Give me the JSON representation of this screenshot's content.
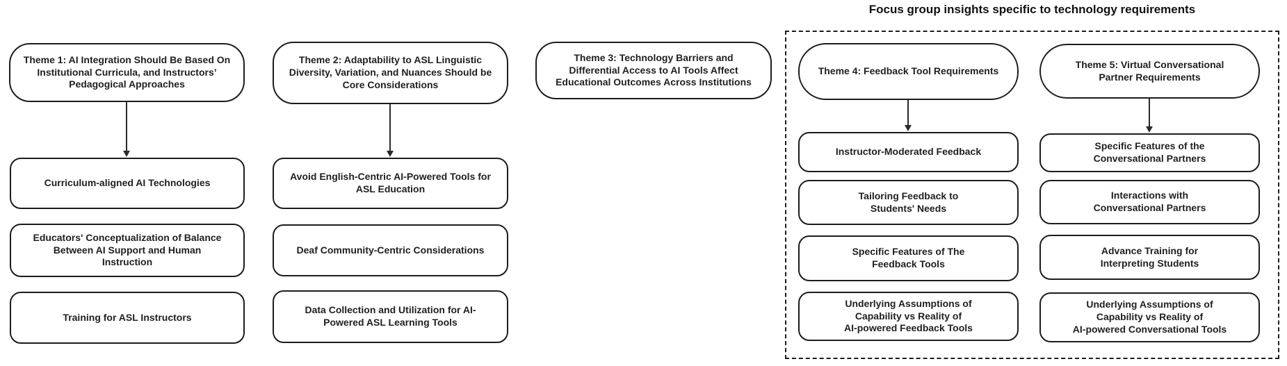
{
  "diagram": {
    "group_title": "Focus group insights specific to technology requirements",
    "themes": [
      {
        "label": "Theme 1: AI Integration Should Be Based On\nInstitutional Curricula, and Instructors’\nPedagogical Approaches",
        "children": [
          "Curriculum-aligned AI Technologies",
          "Educators' Conceptualization of Balance\nBetween AI Support and Human\nInstruction",
          "Training for ASL Instructors"
        ]
      },
      {
        "label": "Theme 2: Adaptability to ASL Linguistic\nDiversity, Variation, and Nuances Should be\nCore Considerations",
        "children": [
          "Avoid English-Centric AI-Powered Tools for\nASL Education",
          "Deaf Community-Centric Considerations",
          "Data Collection and Utilization for AI-\nPowered ASL Learning Tools"
        ]
      },
      {
        "label": "Theme 3: Technology Barriers and\nDifferential Access to AI Tools Affect\nEducational Outcomes Across Institutions",
        "children": []
      },
      {
        "label": "Theme 4: Feedback Tool Requirements",
        "children": [
          "Instructor-Moderated Feedback",
          "Tailoring Feedback to\nStudents' Needs",
          "Specific Features of The\nFeedback Tools",
          "Underlying Assumptions of\nCapability vs Reality of\nAI-powered Feedback Tools"
        ]
      },
      {
        "label": "Theme 5: Virtual Conversational\nPartner Requirements",
        "children": [
          "Specific Features of the\nConversational Partners",
          "Interactions with\nConversational Partners",
          "Advance Training for\nInterpreting Students",
          "Underlying Assumptions of\nCapability vs Reality of\nAI-powered Conversational Tools"
        ]
      }
    ]
  },
  "colors": {
    "stroke": "#1c1c1c",
    "node_fill": "#ffffff",
    "text": "#1f1f1f",
    "background": "#ffffff"
  }
}
